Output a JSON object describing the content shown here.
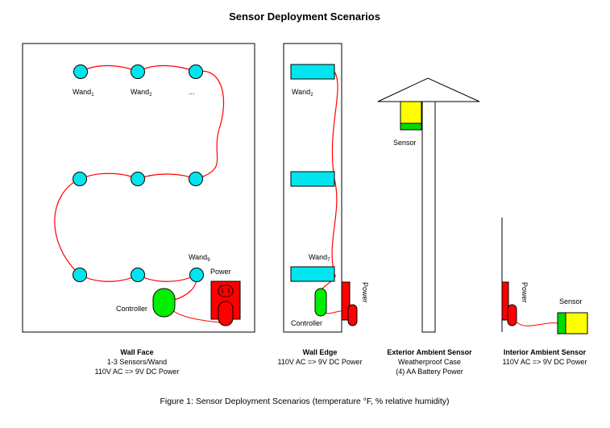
{
  "title": "Sensor Deployment Scenarios",
  "figure_caption": "Figure 1: Sensor Deployment Scenarios (temperature °F, % relative humidity)",
  "colors": {
    "wand": "#00e5ee",
    "wire": "#ff0000",
    "controller": "#00ee00",
    "power": "#ff0000",
    "sensor_top": "#ffff00",
    "sensor_bottom": "#00dd00"
  },
  "wall_face": {
    "wand1": "Wand",
    "wand1_sub": "1",
    "wand2": "Wand",
    "wand2_sub": "2",
    "ellipsis": "...",
    "wand9": "Wand",
    "wand9_sub": "9",
    "power": "Power",
    "controller": "Controller",
    "caption_title": "Wall Face",
    "caption_line1": "1-3 Sensors/Wand",
    "caption_line2": "110V AC => 9V DC Power"
  },
  "wall_edge": {
    "wand2": "Wand",
    "wand2_sub": "2",
    "wand7": "Wand",
    "wand7_sub": "7",
    "controller": "Controller",
    "power": "Power",
    "caption_title": "Wall Edge",
    "caption_line1": "110V AC => 9V DC Power"
  },
  "exterior": {
    "sensor": "Sensor",
    "caption_title": "Exterior Ambient Sensor",
    "caption_line1": "Weatherproof Case",
    "caption_line2": "(4) AA Battery Power"
  },
  "interior": {
    "power": "Power",
    "sensor": "Sensor",
    "caption_title": "Interior Ambient Sensor",
    "caption_line1": "110V AC => 9V DC Power"
  }
}
